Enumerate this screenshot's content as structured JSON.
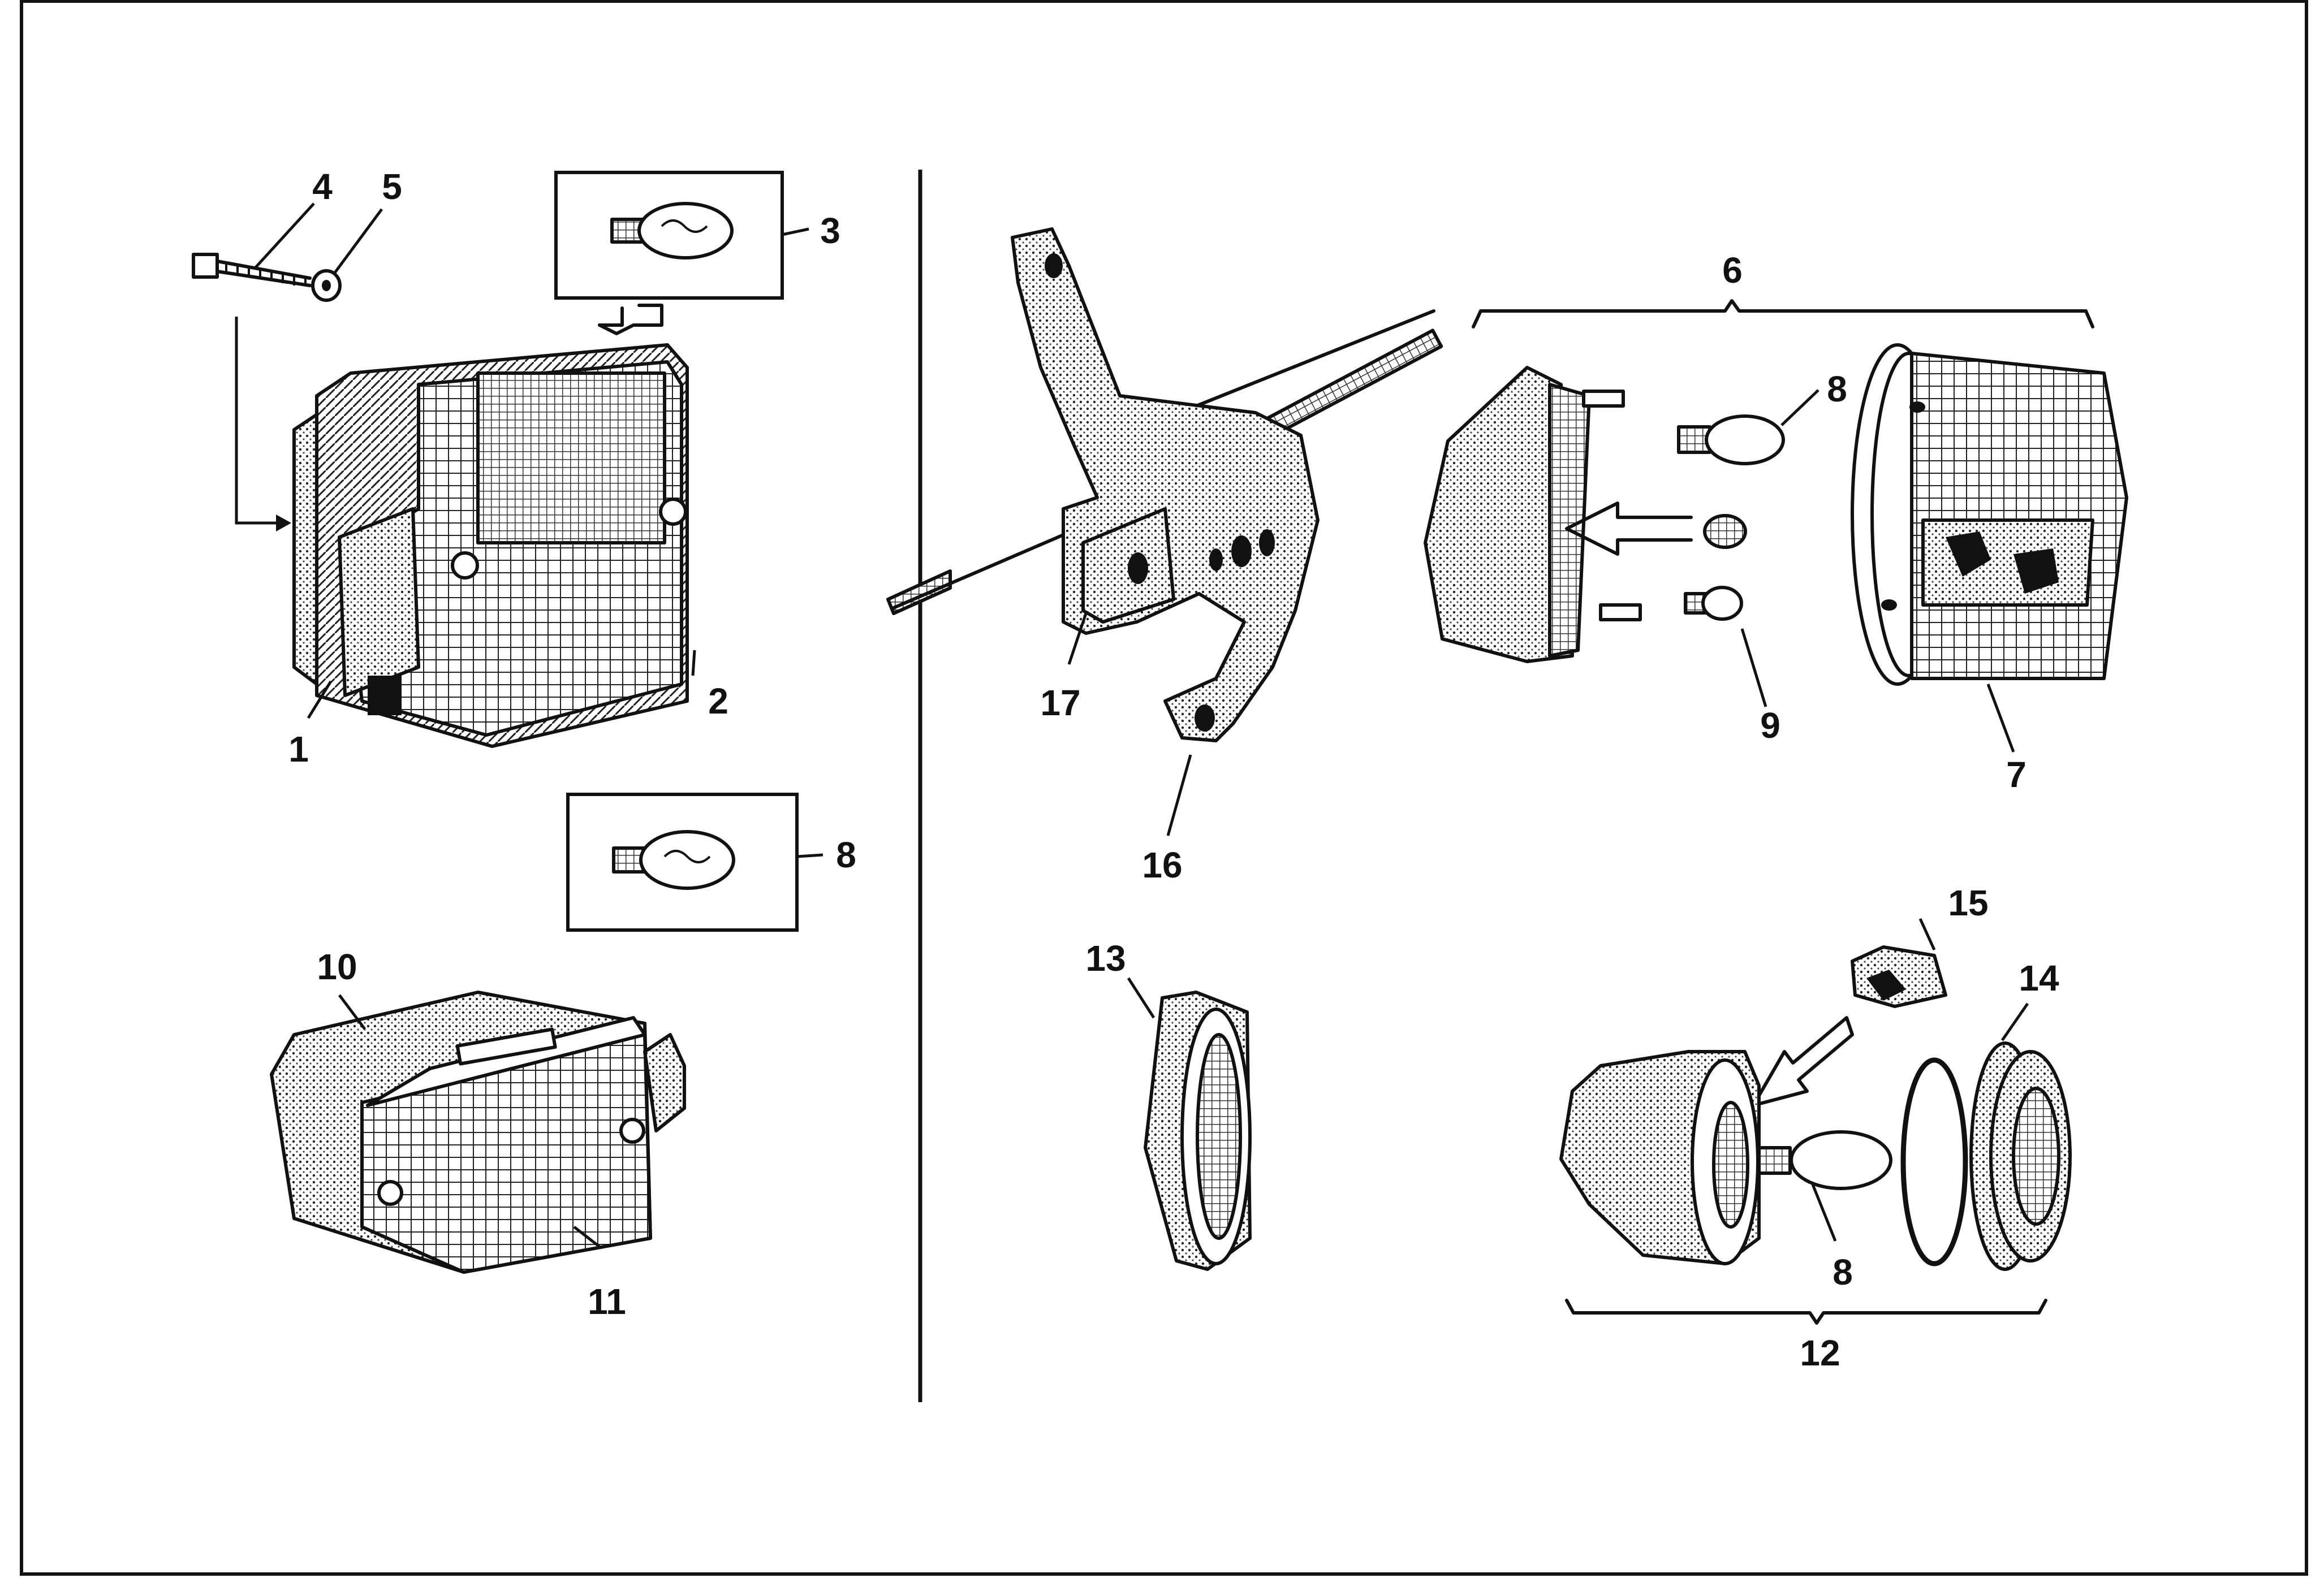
{
  "labels": {
    "l1": "1",
    "l2": "2",
    "l3": "3",
    "l4": "4",
    "l5": "5",
    "l6": "6",
    "l7": "7",
    "l8a": "8",
    "l8b": "8",
    "l8c": "8",
    "l9": "9",
    "l10": "10",
    "l11": "11",
    "l12": "12",
    "l13": "13",
    "l14": "14",
    "l15": "15",
    "l16": "16",
    "l17": "17"
  },
  "colors": {
    "ink": "#111111",
    "paper": "#ffffff"
  }
}
